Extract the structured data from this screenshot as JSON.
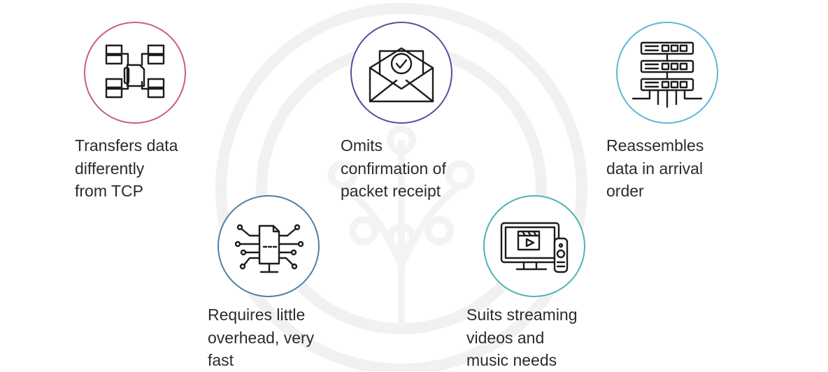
{
  "items": [
    {
      "label": "Transfers data\ndifferently\nfrom TCP",
      "icon": "data-transfer-icon",
      "accent": "#c9607a"
    },
    {
      "label": "Omits\nconfirmation of\npacket receipt",
      "icon": "envelope-check-icon",
      "accent": "#5a4c9e"
    },
    {
      "label": "Reassembles\ndata in arrival\norder",
      "icon": "server-stack-icon",
      "accent": "#5bb8d6"
    },
    {
      "label": "Requires little\noverhead, very\nfast",
      "icon": "file-circuit-icon",
      "accent": "#4f7fa3"
    },
    {
      "label": "Suits streaming\nvideos and\nmusic needs",
      "icon": "tv-remote-icon",
      "accent": "#4fb3b3"
    }
  ]
}
